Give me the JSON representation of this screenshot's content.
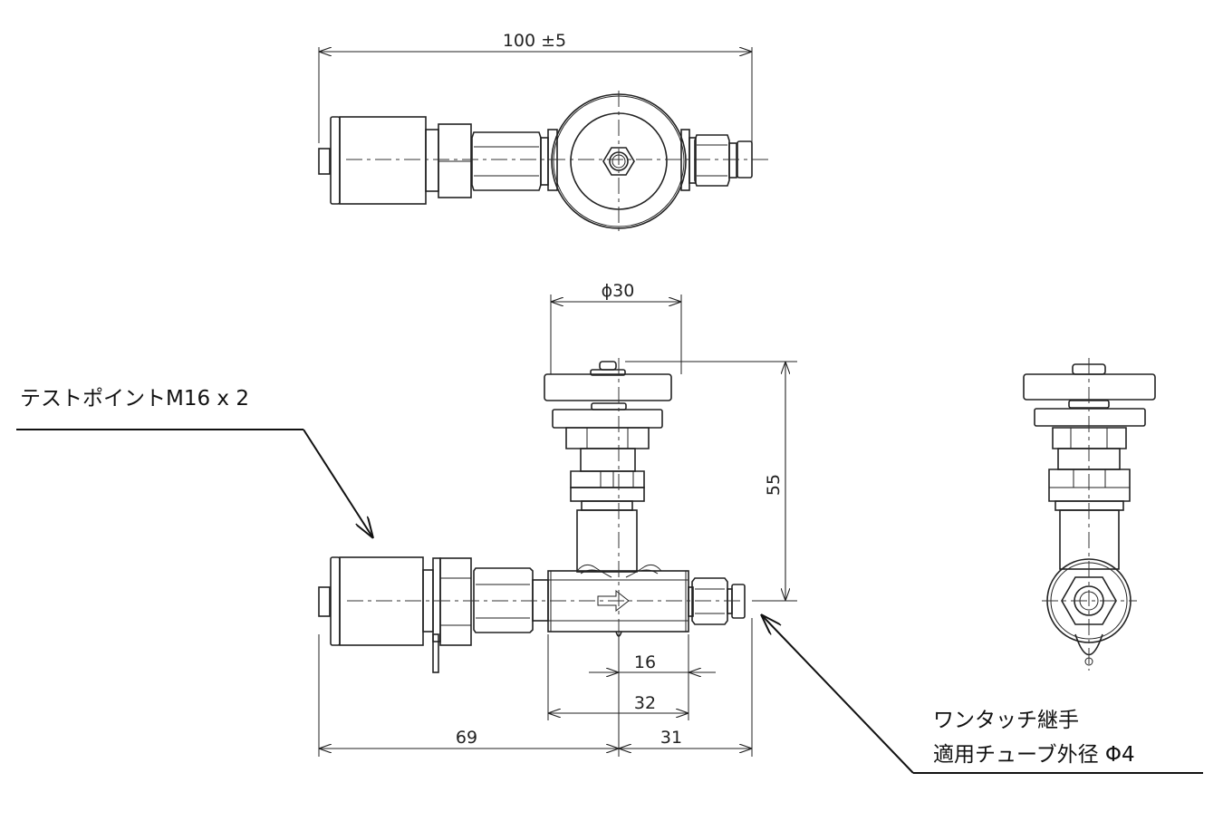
{
  "dimensions": {
    "overall_length": "100 ±5",
    "handwheel_diameter": "ϕ30",
    "height": "55",
    "port_16": "16",
    "body_32": "32",
    "left_69": "69",
    "right_31": "31"
  },
  "callouts": {
    "test_point": "テストポイントM16 x 2",
    "fitting_line1": "ワンタッチ継手",
    "fitting_line2": "適用チューブ外径 Φ4"
  }
}
